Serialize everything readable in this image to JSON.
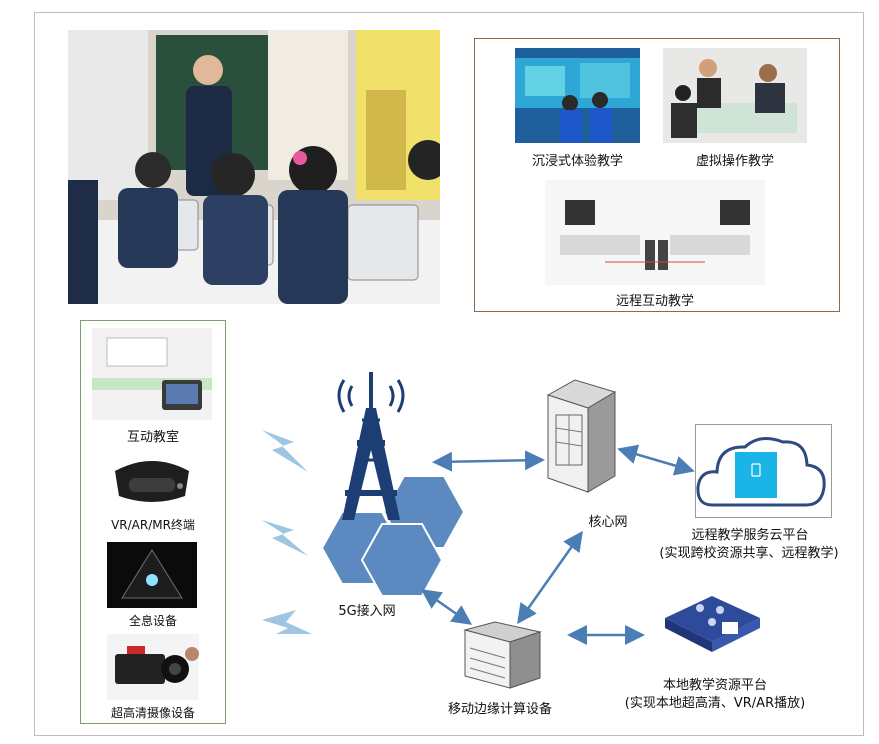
{
  "top_panel": {
    "immersive_label": "沉浸式体验教学",
    "virtual_label": "虚拟操作教学",
    "remote_label": "远程互动教学"
  },
  "devices": {
    "items": [
      {
        "label": "互动教室"
      },
      {
        "label": "VR/AR/MR终端"
      },
      {
        "label": "全息设备"
      },
      {
        "label": "超高清摄像设备"
      }
    ]
  },
  "network": {
    "access_label": "5G接入网",
    "core_label": "核心网",
    "edge_label": "移动边缘计算设备",
    "cloud_title": "远程教学服务云平台",
    "cloud_subtitle": "(实现跨校资源共享、远程教学)",
    "local_title": "本地教学资源平台",
    "local_subtitle": "(实现本地超高清、VR/AR播放)"
  },
  "colors": {
    "arrow": "#4a7eb5",
    "hex_fill": "#5b89c0",
    "tower": "#1d3e75",
    "lightning": "#9ec6e2",
    "cloud_screen": "#1ab4e6",
    "panel_border": "#8b6a52",
    "device_border": "#7d9d73"
  }
}
